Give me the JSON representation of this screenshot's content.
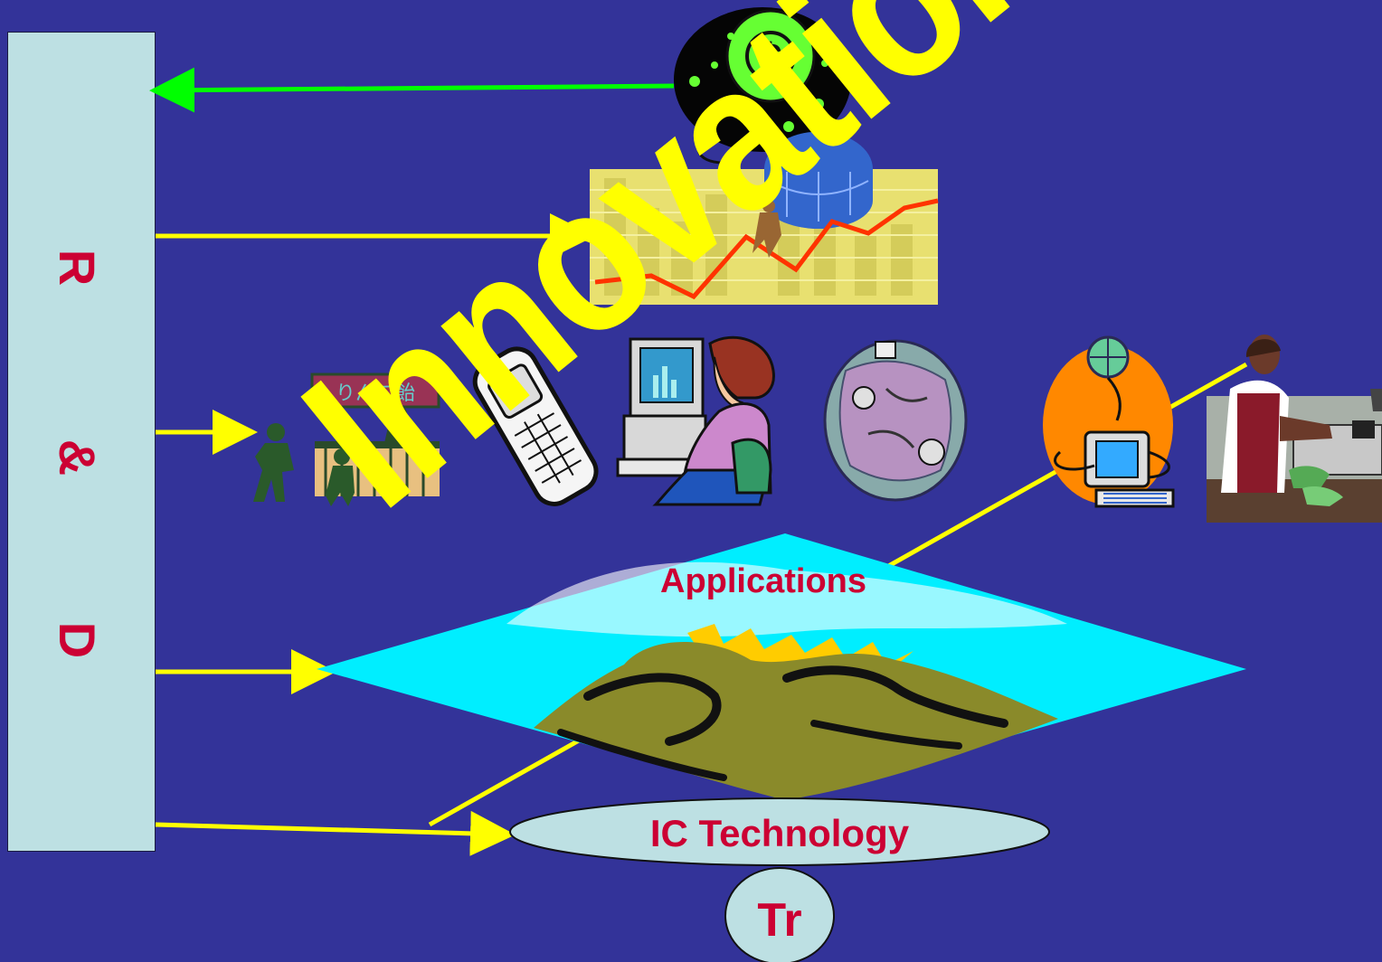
{
  "rd_bar": {
    "letters": [
      "R",
      "&",
      "D"
    ]
  },
  "labels": {
    "applications": "Applications",
    "ic_technology": "IC Technology",
    "transistor": "Tr",
    "innovations": "Innovations"
  },
  "colors": {
    "background": "#333399",
    "bar_fill": "#bde0e3",
    "arrow_yellow": "#ffff00",
    "arrow_green": "#00ff00",
    "label_red": "#cc0033"
  },
  "icons": {
    "money": "money-balloon-icon",
    "chart": "growth-chart-icon",
    "stall": "market-stall-icon",
    "phone": "mobile-phone-icon",
    "computer_user": "computer-user-icon",
    "globe": "globe-network-icon",
    "web_computer": "web-computer-icon",
    "cashier": "cashier-icon",
    "island": "island-platform-icon"
  }
}
